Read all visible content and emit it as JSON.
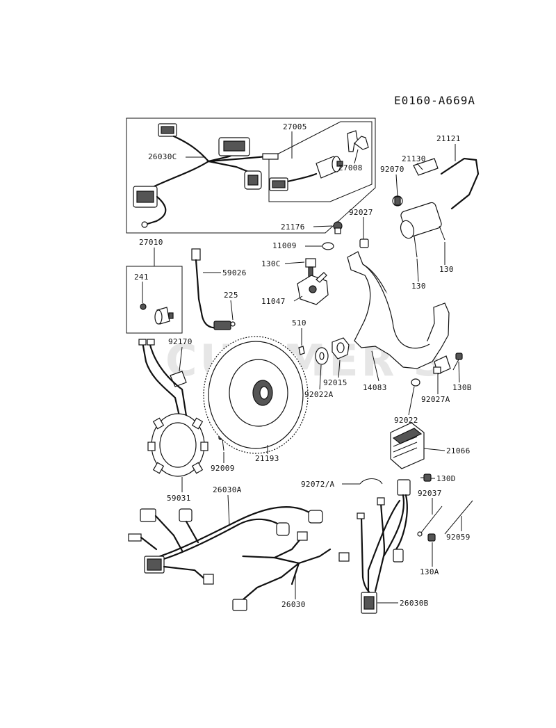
{
  "diagram_code": "E0160-A669A",
  "watermark": "CUMMER'S",
  "labels": {
    "p27005": "27005",
    "p26030C": "26030C",
    "p27008": "27008",
    "p21121": "21121",
    "p21130": "21130",
    "p92070": "92070",
    "p92027": "92027",
    "p21176": "21176",
    "p11009": "11009",
    "p130C": "130C",
    "p11047": "11047",
    "p130a": "130",
    "p130b": "130",
    "p27010": "27010",
    "p241": "241",
    "p59026": "59026",
    "p225": "225",
    "p510": "510",
    "p92170": "92170",
    "p92015": "92015",
    "p92022A": "92022A",
    "p14083": "14083",
    "p130B": "130B",
    "p92027A": "92027A",
    "p92022": "92022",
    "p21066": "21066",
    "p92009": "92009",
    "p21193": "21193",
    "p59031": "59031",
    "p26030A": "26030A",
    "p92072A": "92072/A",
    "p130D": "130D",
    "p92037": "92037",
    "p92059": "92059",
    "p130A": "130A",
    "p26030": "26030",
    "p26030B": "26030B"
  }
}
